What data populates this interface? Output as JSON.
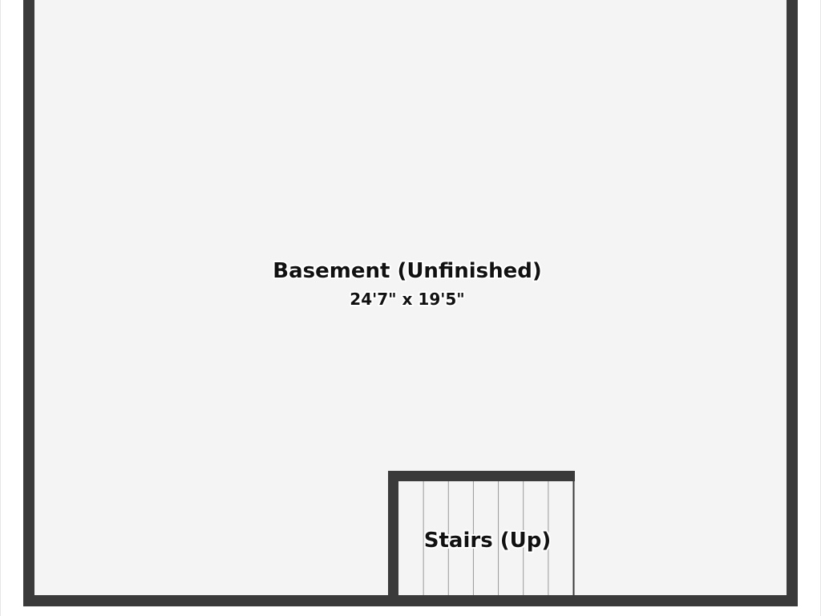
{
  "floor_plan": {
    "colors": {
      "wall": "#3a3a3a",
      "floor": "#f4f4f4",
      "outside": "#ffffff",
      "stair_line": "#9a9a9a"
    },
    "rooms": [
      {
        "name": "Basement (Unfinished)",
        "dimensions": "24'7\" x 19'5\""
      }
    ],
    "stairs": {
      "label": "Stairs (Up)",
      "tread_count": 7
    }
  }
}
